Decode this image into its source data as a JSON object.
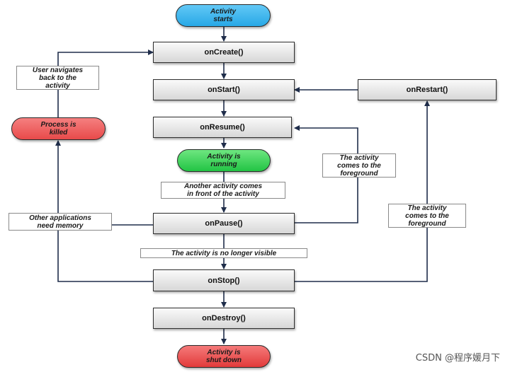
{
  "nodes": {
    "activity_starts": "Activity\nstarts",
    "on_create": "onCreate()",
    "on_start": "onStart()",
    "on_restart": "onRestart()",
    "on_resume": "onResume()",
    "activity_running": "Activity is\nrunning",
    "on_pause": "onPause()",
    "on_stop": "onStop()",
    "on_destroy": "onDestroy()",
    "activity_shut_down": "Activity is\nshut down",
    "process_killed": "Process is\nkilled"
  },
  "labels": {
    "user_navigates_back": "User navigates\nback to the\nactivity",
    "foreground_resume": "The activity\ncomes to the\nforeground",
    "foreground_restart": "The activity\ncomes to the\nforeground",
    "another_activity": "Another activity comes\nin front of the activity",
    "other_apps_memory": "Other applications\nneed memory",
    "no_longer_visible": "The activity is no longer visible"
  },
  "colors": {
    "start": "#37b6f0",
    "running": "#39d65a",
    "killed": "#f05555",
    "shut_down": "#f04040",
    "line": "#1f2d4a"
  },
  "watermark": "CSDN @程序媛月下"
}
